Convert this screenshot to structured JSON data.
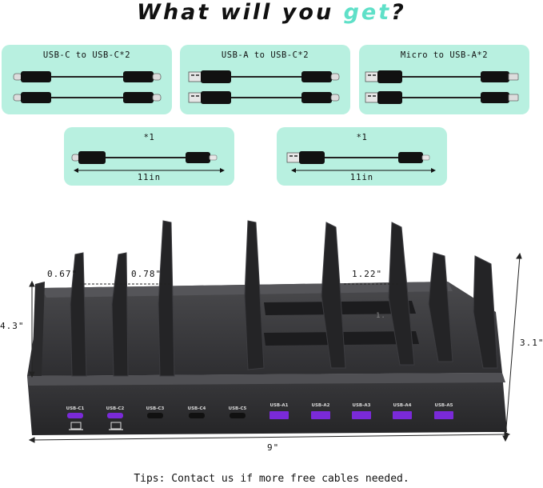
{
  "title": {
    "prefix": "What will you ",
    "accent": "get",
    "suffix": "?"
  },
  "colors": {
    "card_bg": "#b8f0e0",
    "accent": "#5fe0c8",
    "port_purple": "#7a2ad8",
    "dock": "#3a3a3c"
  },
  "cables": [
    {
      "label": "USB-C to USB-C*2",
      "left_connector": "usb-c",
      "right_connector": "usb-c",
      "count": 2
    },
    {
      "label": "USB-A to USB-C*2",
      "left_connector": "usb-a",
      "right_connector": "usb-c",
      "count": 2
    },
    {
      "label": "Micro to USB-A*2",
      "left_connector": "usb-a",
      "right_connector": "micro-usb",
      "count": 2
    },
    {
      "label": "*1",
      "left_connector": "usb-c",
      "right_connector": "lightning",
      "count": 1,
      "length": "11in"
    },
    {
      "label": "*1",
      "left_connector": "usb-a",
      "right_connector": "lightning",
      "count": 1,
      "length": "11in"
    }
  ],
  "dimensions": {
    "slot1": "0.67\"",
    "slot2": "0.78\"",
    "slot3": "1.22\"",
    "height_left": "4.3\"",
    "height_right": "3.1\"",
    "width": "9\"",
    "hidden_mark": "1."
  },
  "ports": [
    {
      "label": "USB-C1",
      "type": "usb-c",
      "color": "purple",
      "laptop_icon": true
    },
    {
      "label": "USB-C2",
      "type": "usb-c",
      "color": "purple",
      "laptop_icon": true
    },
    {
      "label": "USB-C3",
      "type": "usb-c",
      "color": "black",
      "laptop_icon": false
    },
    {
      "label": "USB-C4",
      "type": "usb-c",
      "color": "black",
      "laptop_icon": false
    },
    {
      "label": "USB-C5",
      "type": "usb-c",
      "color": "black",
      "laptop_icon": false
    },
    {
      "label": "USB-A1",
      "type": "usb-a",
      "color": "purple",
      "laptop_icon": false
    },
    {
      "label": "USB-A2",
      "type": "usb-a",
      "color": "purple",
      "laptop_icon": false
    },
    {
      "label": "USB-A3",
      "type": "usb-a",
      "color": "purple",
      "laptop_icon": false
    },
    {
      "label": "USB-A4",
      "type": "usb-a",
      "color": "purple",
      "laptop_icon": false
    },
    {
      "label": "USB-A5",
      "type": "usb-a",
      "color": "purple",
      "laptop_icon": false
    }
  ],
  "footer": "Tips: Contact us if more free cables needed."
}
